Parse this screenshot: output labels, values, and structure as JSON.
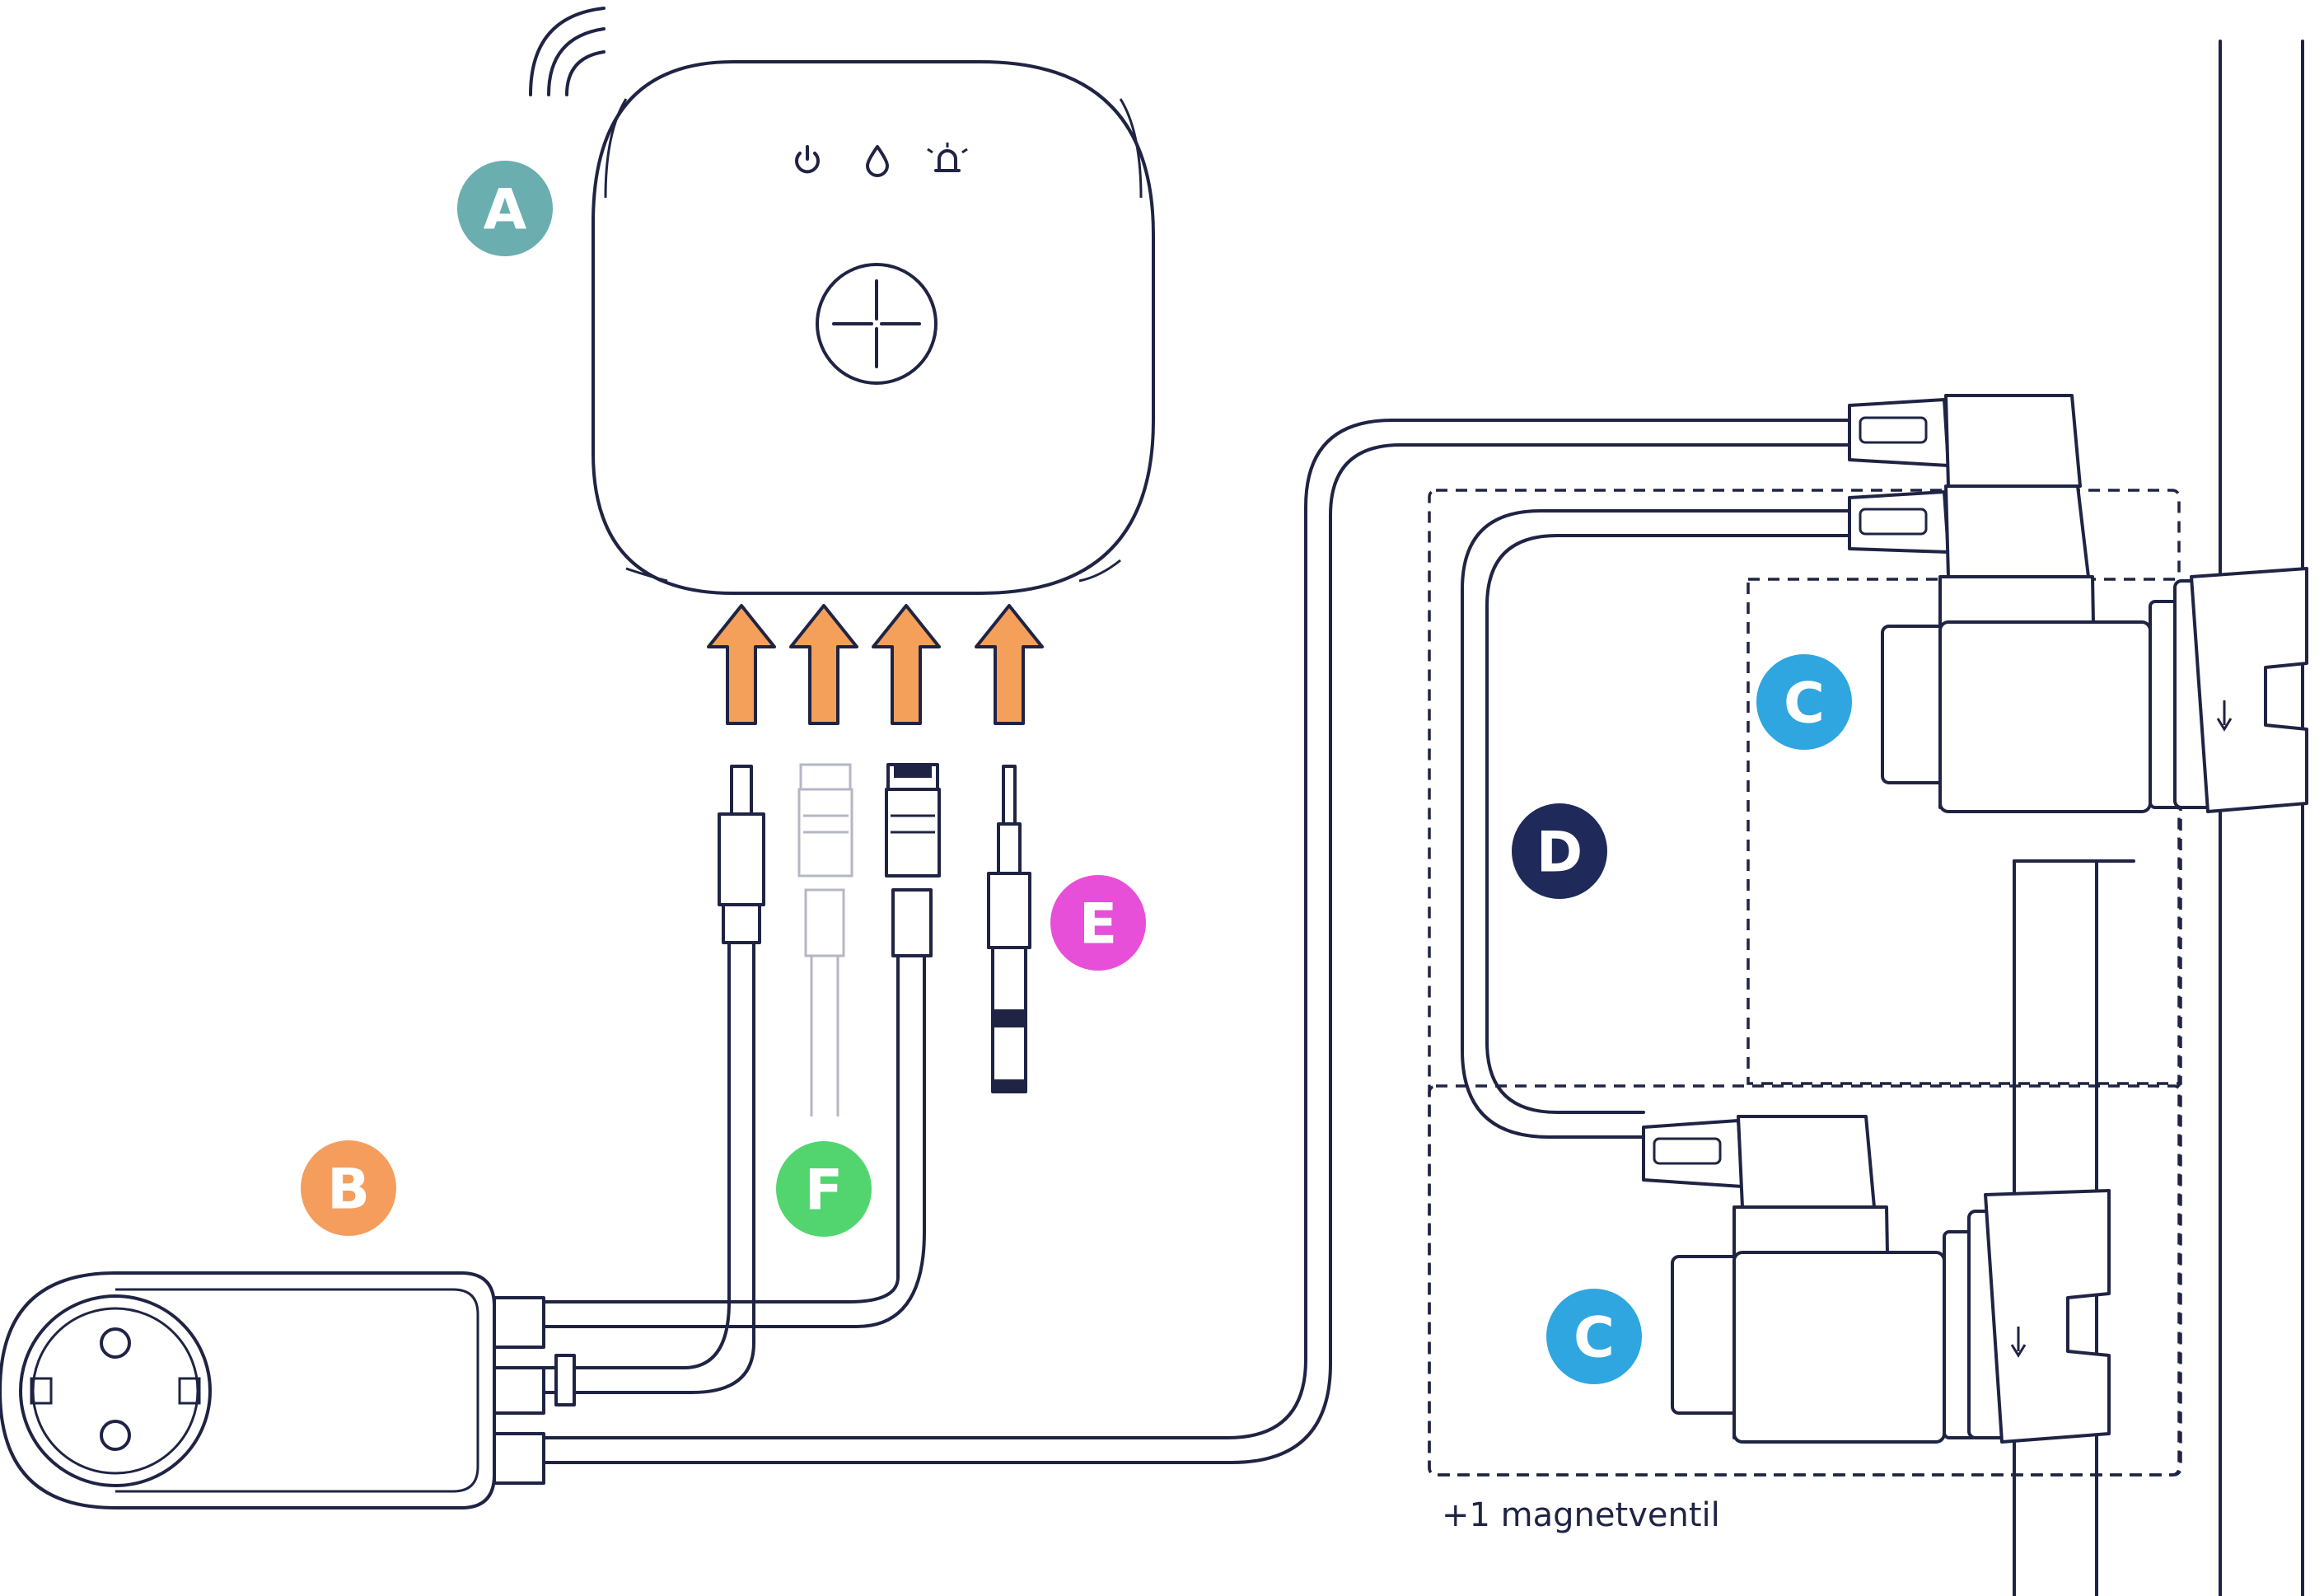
{
  "colors": {
    "line": "#1f2444",
    "arrow": "#f5a05a",
    "ghost": "#b4b7c4",
    "badge_a": "#6aaeb0",
    "badge_b": "#f59d5c",
    "badge_c": "#2fa6e0",
    "badge_d": "#1f2a5a",
    "badge_e": "#e84fd8",
    "badge_f": "#52d56f"
  },
  "hub": {
    "icons": [
      "power-icon",
      "water-drop-icon",
      "alarm-bell-icon",
      "wifi-icon",
      "cross-button-icon"
    ]
  },
  "labels": {
    "a": "A",
    "b": "B",
    "c_top": "C",
    "c_bottom": "C",
    "d": "D",
    "e": "E",
    "f": "F"
  },
  "caption": "+1 magnetventil"
}
